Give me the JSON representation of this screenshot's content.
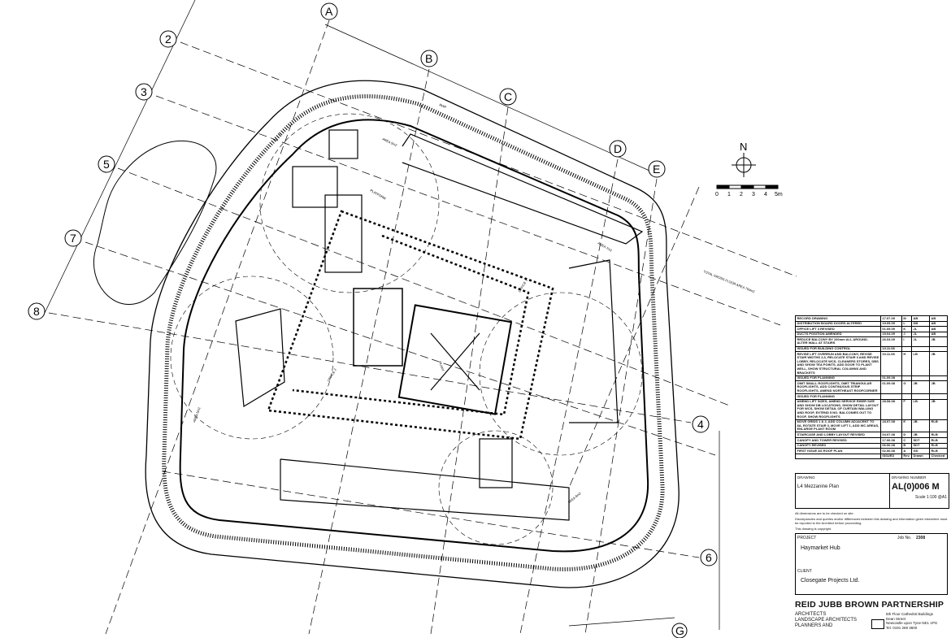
{
  "grid_labels": {
    "A": "A",
    "B": "B",
    "C": "C",
    "D": "D",
    "E": "E",
    "G": "G",
    "n2": "2",
    "n3": "3",
    "n4": "4",
    "n5": "5",
    "n6": "6",
    "n7": "7",
    "n8": "8"
  },
  "north_label": "N",
  "scale_bar": {
    "ticks": [
      "0",
      "1",
      "2",
      "3",
      "4",
      "5m"
    ]
  },
  "plan_labels": {
    "plant": "PLANT",
    "office1": "OFFICE 1",
    "office2": "OFFICE 2",
    "platform": "PLATFORM",
    "area_total": "TOTAL GROSS FLOOR AREA 700m2",
    "rwp": "RWP",
    "area1": "AREA 5m2",
    "area2": "AREA 7m2",
    "area3": "AREA 5m2",
    "area4": "AREA 8m2"
  },
  "revisions": [
    {
      "desc": "RECORD DRAWING",
      "date": "17.07.09",
      "rev": "M",
      "drawn": "AB",
      "checked": "AB"
    },
    {
      "desc": "DISTRIBUTION BOARD DOORS ALTERED",
      "date": "19.05.09",
      "rev": "L",
      "drawn": "DB",
      "checked": "AB"
    },
    {
      "desc": "OFFICE LIFT 3 REVISED",
      "date": "01.05.09",
      "rev": "K",
      "drawn": "JL",
      "checked": "AB"
    },
    {
      "desc": "DUCTS POSITION AMENDED",
      "date": "15.04.09",
      "rev": "J",
      "drawn": "JL",
      "checked": "AB"
    },
    {
      "desc": "REDUCE BALCONY BY 100mm ALL AROUND. ALTER WALL AT STAIRS",
      "date": "26.03.09",
      "rev": "I",
      "drawn": "JL",
      "checked": "JB"
    },
    {
      "desc": "ISSUED FOR BUILDING CONTROL",
      "date": "13.11.08",
      "rev": "",
      "drawn": "",
      "checked": ""
    },
    {
      "desc": "REVISE LIFT OVERRUN AND BALCONY, REVISE STAIR WIDTHS 2,3, RELOCATE STAIR 3 AND REVISE LOBBY, RELOCATE WCS, CLEANERS STORES, DBS AND SHOW TEA POINTS, ADD DOOR TO PLANT WELL, SHOW STRUCTURAL COLUMNS AND BRACKETS",
      "date": "10.11.08",
      "rev": "H",
      "drawn": "LB",
      "checked": "JB"
    },
    {
      "desc": "ISSUED FOR PLANNING",
      "date": "01.09.08",
      "rev": "",
      "drawn": "",
      "checked": ""
    },
    {
      "desc": "OMIT SMALL ROOFLIGHTS, OMIT TRIANGULAR ROOFLIGHTS, ADD CONTINUOUS STRIP ROOFLIGHTS, AMEND NORTHEAST ROOFCORNER",
      "date": "01.09.08",
      "rev": "G",
      "drawn": "JB",
      "checked": "JB"
    },
    {
      "desc": "ISSUED FOR PLANNING",
      "date": "",
      "rev": "",
      "drawn": "",
      "checked": ""
    },
    {
      "desc": "AMEND LIFT SIZES, AMEND SERVICE RISER SIZE AND SHOW DB LOCATIONS, SHOW DETAIL LAYOUT FOR WCS, SHOW DETAIL OF CURTAIN WALLING AND ROOF, EXTEND 5 NO. BALCONIES OUT TO ROOF, SHOW ROOFLIGHTS",
      "date": "28.08.08",
      "rev": "F",
      "drawn": "LB",
      "checked": "JB"
    },
    {
      "desc": "MOVE GRIDS 1 & 2, ADD COLUMN ADJACENT TO 8A, ROTATE STAIR 3, MOVE LIFT 1, ADD WC AREAS, ENLARGE PLANT ROOM",
      "date": "18.07.08",
      "rev": "E",
      "drawn": "JB",
      "checked": "RLB"
    },
    {
      "desc": "STAIRCASE AND LOBBY LAYOUT REVISED",
      "date": "04.07.08",
      "rev": "D",
      "drawn": "JB",
      "checked": "RLB"
    },
    {
      "desc": "CANOPY AND TOWER REVISED",
      "date": "17.06.08",
      "rev": "C",
      "drawn": "SDT",
      "checked": "RLB"
    },
    {
      "desc": "CANOPY REVISED",
      "date": "06.06.08",
      "rev": "B",
      "drawn": "SDT",
      "checked": "RLB"
    },
    {
      "desc": "FIRST ISSUE AS ROOF PLAN",
      "date": "02.06.08",
      "rev": "A",
      "drawn": "GD",
      "checked": "RLB"
    }
  ],
  "rev_headers": {
    "issued": "ISSUED",
    "rev": "Rev.",
    "drawn": "Drawn",
    "checked": "Checked"
  },
  "drawing": {
    "label": "DRAWING",
    "title": "L4 Mezzanine Plan",
    "number_label": "DRAWING NUMBER",
    "number": "AL(0)006 M",
    "scale": "Scale 1:100 @A1"
  },
  "notes": [
    "All dimensions are to be checked on site.",
    "Discrepancies and queries and/or differences between this drawing and information given elsewhere must be reported to the Architect before proceeding.",
    "This drawing is copyright."
  ],
  "project": {
    "label": "PROJECT",
    "name": "Haymarket Hub",
    "job_label": "Job No.",
    "job": "2308",
    "client_label": "CLIENT",
    "client": "Closegate Projects Ltd."
  },
  "firm": {
    "name": "REID JUBB BROWN PARTNERSHIP",
    "disciplines": [
      "ARCHITECTS",
      "LANDSCAPE ARCHITECTS",
      "PLANNERS AND"
    ],
    "address": [
      "5th Floor Cathedral Buildings",
      "Dean Street",
      "Newcastle upon Tyne NE1 1PG",
      "Tel. 0191 269 3600"
    ]
  }
}
